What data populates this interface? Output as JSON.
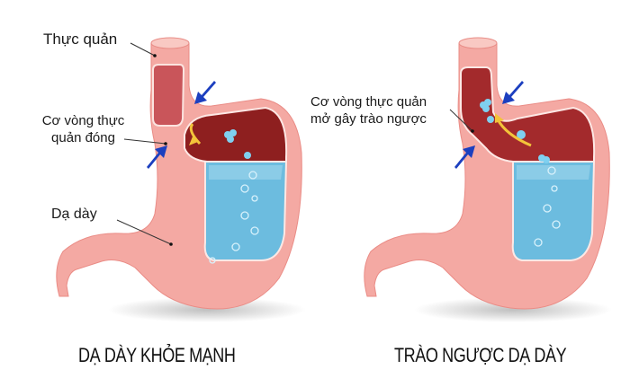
{
  "diagram": {
    "colors": {
      "tissue": "#f4a9a3",
      "tissue_light": "#f9c9c3",
      "lumen_dark": "#8e1f1f",
      "lumen_red": "#b8383a",
      "acid": "#6cbcdf",
      "acid_light": "#a9dbf0",
      "arrow_blue": "#1c3fbf",
      "reflux_arrow": "#f3c43a"
    },
    "panels": [
      {
        "id": "healthy",
        "title": "DẠ DÀY KHỎE MẠNH",
        "labels": [
          {
            "text": "Thực quản",
            "target": "esophagus"
          },
          {
            "text_line1": "Cơ vòng thực",
            "text_line2": "quản đóng",
            "target": "lower-esophageal-sphincter-closed"
          },
          {
            "text": "Dạ dày",
            "target": "stomach"
          }
        ]
      },
      {
        "id": "reflux",
        "title": "TRÀO NGƯỢC DẠ DÀY",
        "labels": [
          {
            "text_line1": "Cơ vòng thực quản",
            "text_line2": "mở gây trào ngược",
            "target": "lower-esophageal-sphincter-open"
          }
        ]
      }
    ]
  }
}
